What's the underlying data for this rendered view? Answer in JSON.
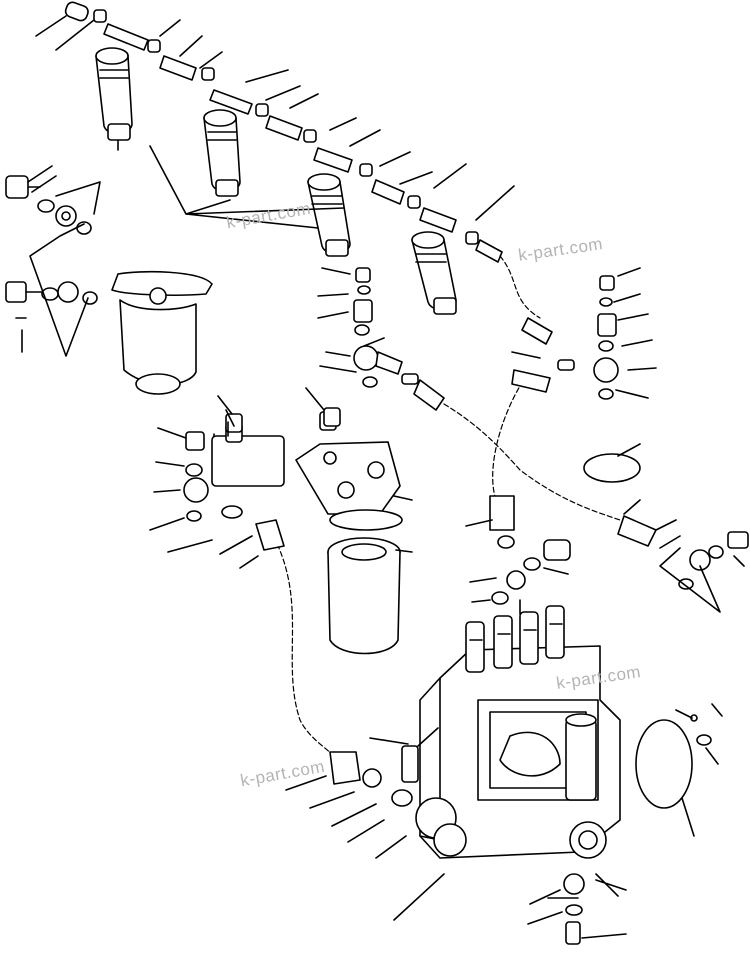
{
  "watermarks": [
    "k-part.com",
    "k-part.com",
    "k-part.com",
    "k-part.com"
  ],
  "colors": {
    "line": "#000000",
    "background": "#ffffff",
    "watermark": "#b4b4b4"
  }
}
